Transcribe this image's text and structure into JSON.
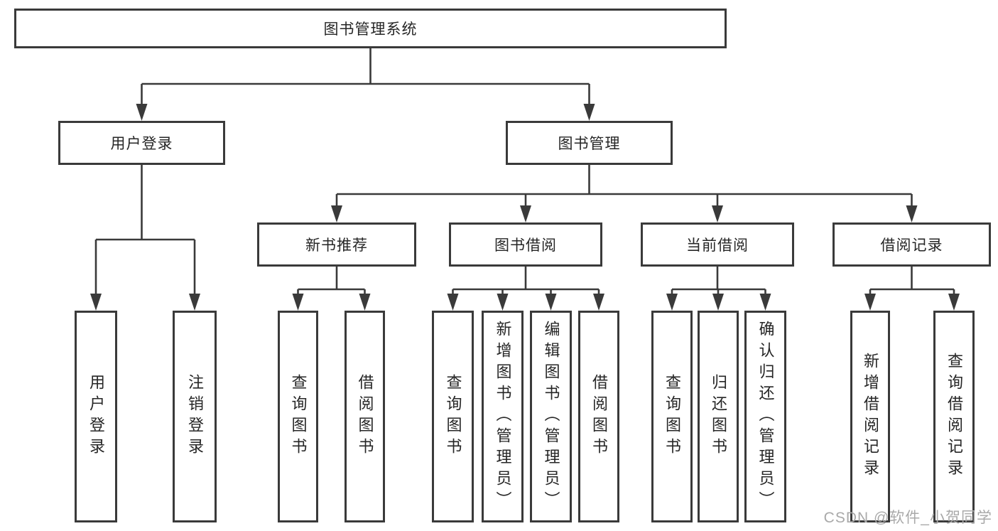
{
  "diagram": {
    "line_color": "#3a3a3a",
    "box_background": "#ffffff",
    "text_color": "#262626",
    "watermark": "CSDN @软件_小贺同学",
    "watermark_color": "#a9a9a9",
    "nodes": {
      "root": "图书管理系统",
      "user_login": "用户登录",
      "book_mgmt": "图书管理",
      "new_book_rec": "新书推荐",
      "book_borrow": "图书借阅",
      "current_borrow": "当前借阅",
      "borrow_record": "借阅记录",
      "leaf_user_login": "用户登录",
      "leaf_logout": "注销登录",
      "leaf_nbr_query_book": "查询图书",
      "leaf_nbr_borrow_book": "借阅图书",
      "leaf_bb_query_book": "查询图书",
      "leaf_bb_add_book": "新增图书（管理员）",
      "leaf_bb_edit_book": "编辑图书（管理员）",
      "leaf_bb_borrow_book": "借阅图书",
      "leaf_cb_query_book": "查询图书",
      "leaf_cb_return_book": "归还图书",
      "leaf_cb_confirm_return": "确认归还（管理员）",
      "leaf_br_add_record": "新增借阅记录",
      "leaf_br_query_record": "查询借阅记录"
    }
  }
}
